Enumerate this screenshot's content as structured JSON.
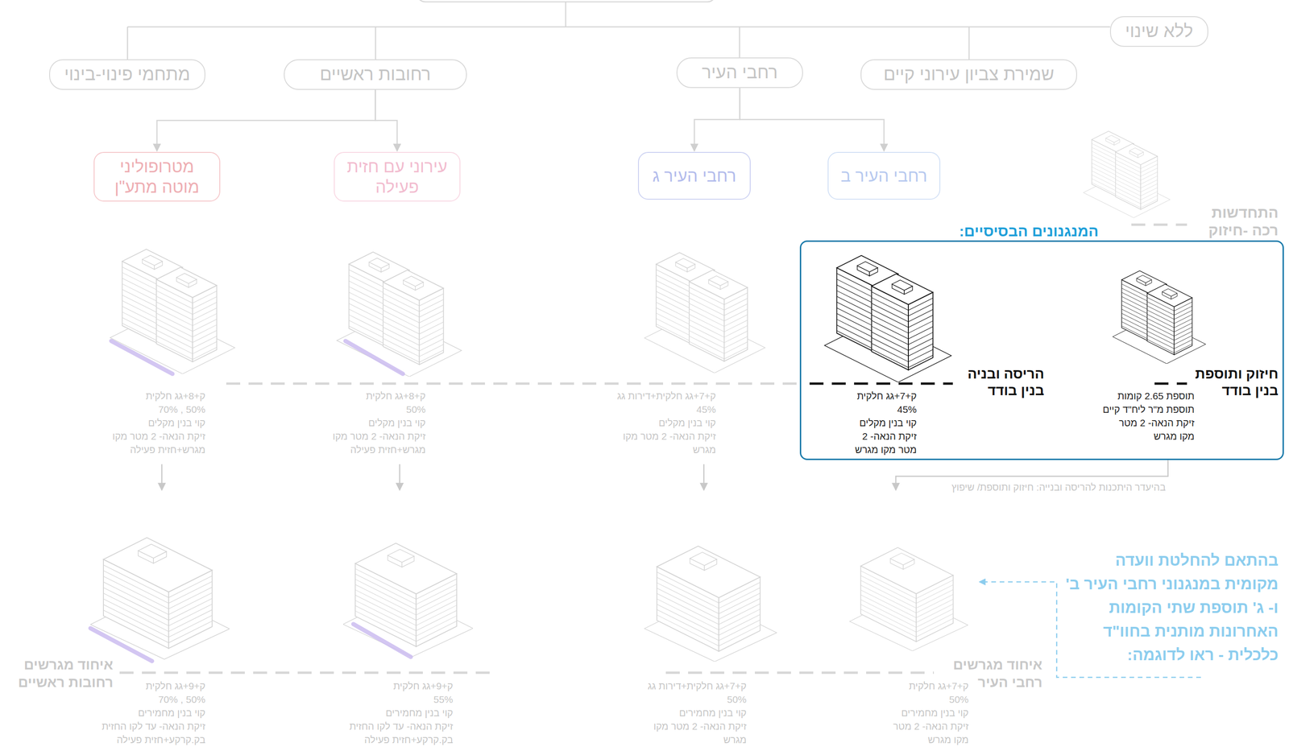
{
  "diagram": {
    "nodes": [
      {
        "text": [
          "ללא שינוי"
        ]
      },
      {
        "text": [
          "שמירת צביון עירוני קיים"
        ]
      },
      {
        "text": [
          "רחבי העיר"
        ]
      },
      {
        "text": [
          "רחובות ראשיים"
        ]
      },
      {
        "text": [
          "מתחמי פינוי-בינוי"
        ]
      },
      {
        "text": [
          "רחבי העיר ב"
        ]
      },
      {
        "text": [
          "רחבי העיר ג"
        ]
      },
      {
        "text": [
          "עירוני עם חזית פעילה"
        ]
      },
      {
        "text": [
          "מטרופוליני מוטה מתע\"ן"
        ]
      },
      {
        "text": [
          "המנגנונים הבסיסיים:"
        ]
      }
    ],
    "edges": [
      {
        "from": 3,
        "to": 8,
        "arrow": "to"
      },
      {
        "from": 3,
        "to": 7,
        "arrow": "to"
      },
      {
        "from": 2,
        "to": 6,
        "arrow": "to"
      },
      {
        "from": 2,
        "to": 5,
        "arrow": "to"
      }
    ],
    "labels": [
      "התחדשות רכה -חיזוק",
      "חיזוק ותוספת בנין בודד",
      "תוספת 2.65 קומות",
      "תוספת מ\"ר ליח\"ד קיים",
      "זיקת הנאה- 2 מטר",
      "מקו מגרש",
      "הריסה ובניה בנין בודד",
      "ק+7+גג חלקית",
      "45%",
      "קוי בנין מקלים",
      "זיקת הנאה- 2",
      "מטר מקו מגרש",
      "ק+7+גג חלקית+דירות גג",
      "45%",
      "קוי בנין מקלים",
      "זיקת הנאה- 2 מטר מקו",
      "מגרש",
      "ק+8+גג חלקית",
      "50%",
      "קוי בנין מקלים",
      "זיקת הנאה- 2 מטר מקו",
      "מגרש+חזית פעילה",
      "ק+8+גג חלקית",
      "50% , 70%",
      "קוי בנין מקלים",
      "זיקת הנאה- 2 מטר מקו",
      "מגרש+חזית פעילה",
      "בהיעדר היתכנות להריסה ובנייה: חיזוק ותוספת/ שיפוץ",
      "בהתאם להחלטת וועדה מקומית במנגנוני רחבי העיר ב' ו- ג' תוספת שתי הקומות האחרונות מותנית בחוו\"ד כלכלית - ראו לדוגמה:",
      "איחוד מגרשים רחבי העיר",
      "ק+7+גג חלקית",
      "50%",
      "קוי בנין מחמירים",
      "זיקת הנאה- 2 מטר",
      "מקו מגרש",
      "ק+7+גג חלקית+דירות גג",
      "50%",
      "קוי בנין מחמירים",
      "זיקת הנאה- 2 מטר מקו",
      "מגרש",
      "ק+9+גג חלקית",
      "55%",
      "קוי בנין מחמירים",
      "זיקת הנאה- עד לקו החזית",
      "בק.קרקע+חזית פעילה",
      "איחוד מגרשים רחובות ראשיים",
      "ק+9+גג חלקית",
      "50% , 70%",
      "קוי בנין מחמירים",
      "זיקת הנאה- עד לקו החזית",
      "בק.קרקע+חזית פעילה"
    ]
  }
}
